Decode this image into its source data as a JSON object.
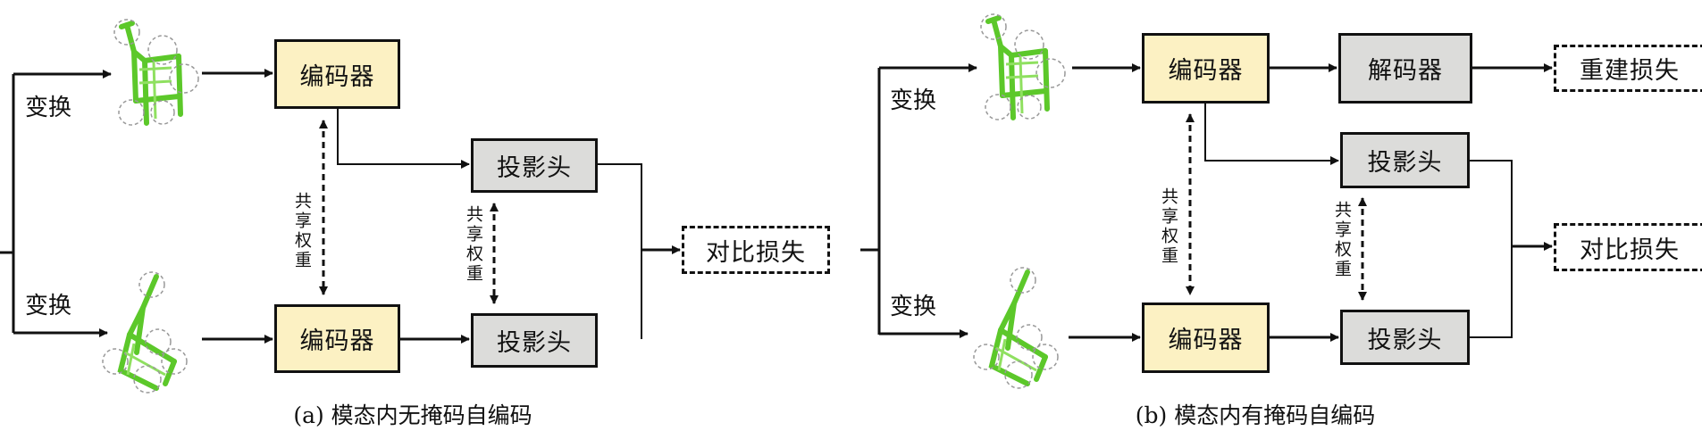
{
  "panel_a": {
    "caption": "(a) 模态内无掩码自编码",
    "transform_top": "变换",
    "transform_bottom": "变换",
    "encoder_top": "编码器",
    "encoder_bottom": "编码器",
    "projection_top": "投影头",
    "projection_bottom": "投影头",
    "shared_weights_encoder": "共享权重",
    "shared_weights_projection": "共享权重",
    "contrastive_loss": "对比损失"
  },
  "panel_b": {
    "caption": "(b) 模态内有掩码自编码",
    "transform_top": "变换",
    "transform_bottom": "变换",
    "encoder_top": "编码器",
    "encoder_bottom": "编码器",
    "decoder": "解码器",
    "reconstruction_loss": "重建损失",
    "projection_top": "投影头",
    "projection_bottom": "投影头",
    "shared_weights_encoder": "共享权重",
    "shared_weights_projection": "共享权重",
    "contrastive_loss": "对比损失"
  },
  "colors": {
    "encoder": "#fcf1c3",
    "head": "#dcdcda",
    "chair": "#5cc82a"
  }
}
